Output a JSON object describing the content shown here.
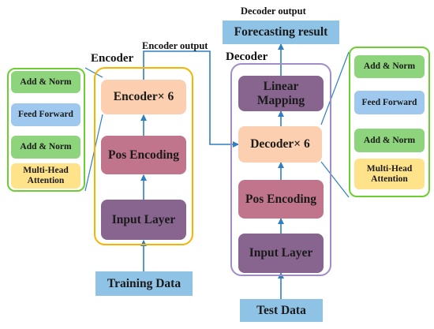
{
  "colors": {
    "encoder_border": "#f4b400",
    "decoder_border": "#a08cc8",
    "sublayer_border": "#6ccf2f",
    "blue_box": "#8fc3e6",
    "peach_box": "#fbcfaf",
    "pink_box": "#c0758d",
    "purple_box": "#87658f",
    "green_box": "#8ed47c",
    "light_blue_box": "#9fc8ee",
    "yellow_box": "#ffe38a",
    "arrow": "#2f7fc1"
  },
  "encoder": {
    "title": "Encoder",
    "stack_label": "Encoder× 6",
    "pos_encoding": "Pos Encoding",
    "input_layer": "Input Layer",
    "output_label": "Encoder output"
  },
  "decoder": {
    "title": "Decoder",
    "linear_mapping": "Linear Mapping",
    "stack_label": "Decoder× 6",
    "pos_encoding": "Pos Encoding",
    "input_layer": "Input Layer",
    "output_label": "Decoder output"
  },
  "inputs": {
    "training_data": "Training Data",
    "test_data": "Test Data"
  },
  "outputs": {
    "forecasting_result": "Forecasting result"
  },
  "encoder_sublayers": [
    "Add & Norm",
    "Feed Forward",
    "Add & Norm",
    "Multi-Head Attention"
  ],
  "decoder_sublayers": [
    "Add & Norm",
    "Feed Forward",
    "Add & Norm",
    "Multi-Head Attention"
  ]
}
